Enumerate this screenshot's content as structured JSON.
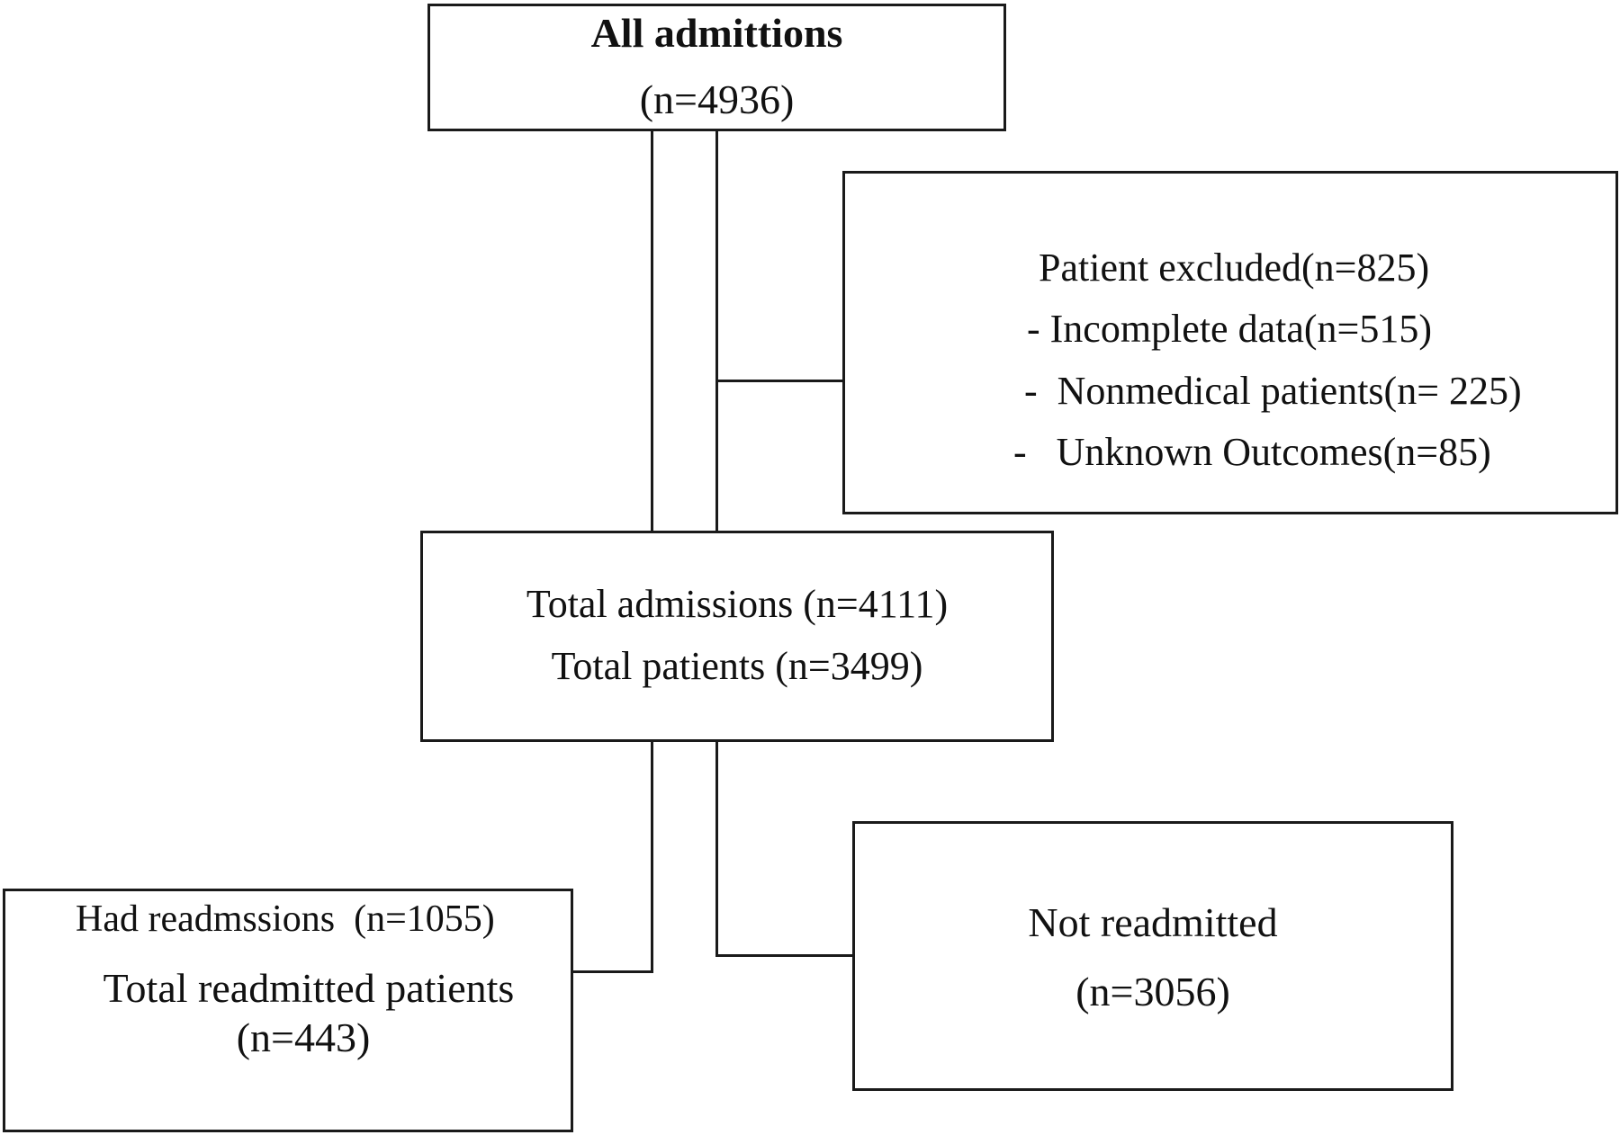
{
  "all_admissions": {
    "title": "All admittions",
    "count": "(n=4936)"
  },
  "excluded": {
    "heading": "Patient excluded(n=825)",
    "items": [
      "- Incomplete data(n=515)",
      "-  Nonmedical patients(n= 225)",
      "-   Unknown Outcomes(n=85)"
    ]
  },
  "total": {
    "admissions": "Total admissions (n=4111)",
    "patients": "Total patients (n=3499)"
  },
  "readmitted": {
    "readmissions": "Had readmssions  (n=1055)",
    "patients_label": "Total readmitted patients",
    "patients_count": "(n=443)"
  },
  "not_readmitted": {
    "label": "Not readmitted",
    "count": "(n=3056)"
  }
}
